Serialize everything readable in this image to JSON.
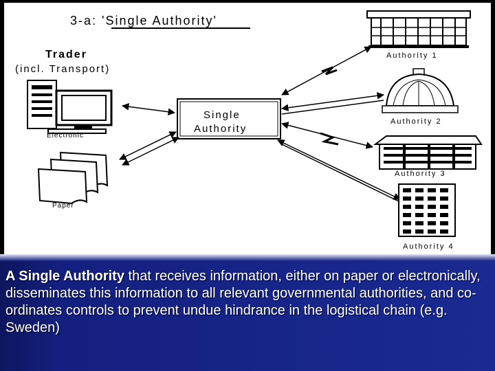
{
  "diagram": {
    "title": "3-a: 'Single Authority'",
    "trader_label": "Trader",
    "trader_sub": "(incl. Transport)",
    "electronic_label": "Electronic",
    "paper_label": "Paper",
    "single_authority_line1": "Single",
    "single_authority_line2": "Authority",
    "authorities": [
      {
        "label": "Authority 1"
      },
      {
        "label": "Authority 2"
      },
      {
        "label": "Authority 3"
      },
      {
        "label": "Authority 4"
      }
    ]
  },
  "caption": {
    "bold": "A Single Authority",
    "rest": " that receives information, either on paper or electronically, disseminates this information to all relevant governmental authorities, and co-ordinates controls to prevent undue hindrance in the logistical chain (e.g. Sweden)"
  }
}
